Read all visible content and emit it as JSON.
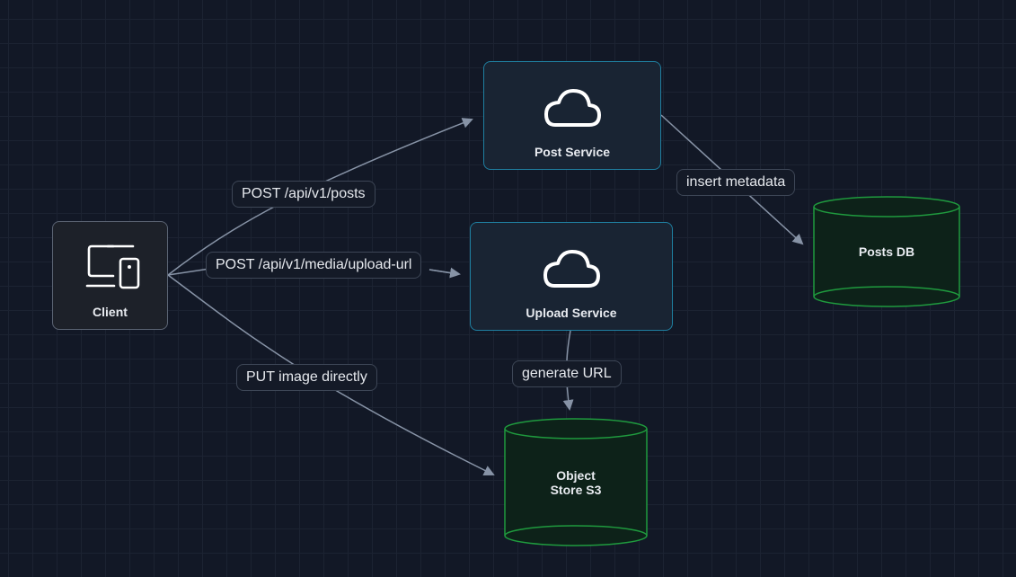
{
  "diagram": {
    "nodes": {
      "client": {
        "label": "Client",
        "icon": "devices-icon"
      },
      "post_service": {
        "label": "Post Service",
        "icon": "cloud-icon"
      },
      "upload_service": {
        "label": "Upload Service",
        "icon": "cloud-icon"
      },
      "posts_db": {
        "label": "Posts DB",
        "shape": "cylinder"
      },
      "object_store": {
        "label": "Object\nStore S3",
        "line1": "Object",
        "line2": "Store S3",
        "shape": "cylinder"
      }
    },
    "edges": [
      {
        "from": "client",
        "to": "post_service",
        "label": "POST /api/v1/posts"
      },
      {
        "from": "client",
        "to": "upload_service",
        "label": "POST /api/v1/media/upload-url"
      },
      {
        "from": "client",
        "to": "object_store",
        "label": "PUT image directly"
      },
      {
        "from": "post_service",
        "to": "posts_db",
        "label": "insert metadata"
      },
      {
        "from": "upload_service",
        "to": "object_store",
        "label": "generate URL"
      }
    ],
    "colors": {
      "background": "#121826",
      "service_border": "#1f7fa0",
      "db_border": "#1f9a3e",
      "db_fill": "#0d2219",
      "edge": "#8793a6"
    }
  }
}
